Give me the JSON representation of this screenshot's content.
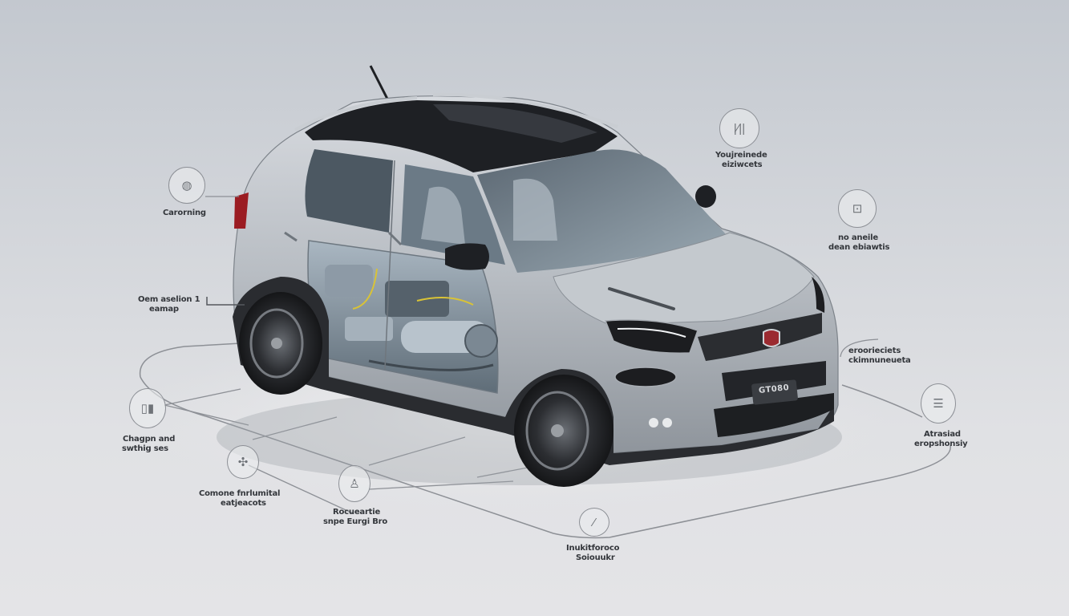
{
  "diagram": {
    "subject": "compact crossover car cutaway illustration",
    "colors": {
      "background_top": "#c3c8cf",
      "background_bottom": "#e4e4e7",
      "body_paint": "#b9bec4",
      "roof": "#1e2024",
      "lower_trim": "#2a2c30",
      "badge_red": "#9b2a30",
      "callout_line": "#8d9096",
      "label_text": "#33363b"
    },
    "grille_plate": "GT080",
    "callouts": [
      {
        "id": "c1",
        "icon": "fan-icon",
        "lines": [
          "Carorning",
          ""
        ]
      },
      {
        "id": "c2",
        "icon": "gauge-bars-icon",
        "lines": [
          "Youjreinede",
          "eiziwcets"
        ]
      },
      {
        "id": "c3",
        "icon": "seat-icon",
        "lines": [
          "no aneile",
          "dean ebiawtis"
        ]
      },
      {
        "id": "c4",
        "icon": "",
        "lines": [
          "Oem aselion 1",
          "eamap"
        ]
      },
      {
        "id": "c5",
        "icon": "",
        "lines": [
          "eroorieciets",
          "ckimnuneueta"
        ]
      },
      {
        "id": "c6",
        "icon": "display-panel-icon",
        "lines": [
          "Atrasiad",
          "eropshonsiy"
        ]
      },
      {
        "id": "c7",
        "icon": "charger-icon",
        "lines": [
          "Chagpn and",
          "swthig ses"
        ]
      },
      {
        "id": "c8",
        "icon": "sensor-icon",
        "lines": [
          "Comone fnrlumital",
          "eatjeacots"
        ]
      },
      {
        "id": "c9",
        "icon": "driver-icon",
        "lines": [
          "Rocueartie",
          "snpe Eurgi Bro"
        ]
      },
      {
        "id": "c10",
        "icon": "gauge-needle-icon",
        "lines": [
          "Inukitforoco",
          "Soiouukr"
        ]
      }
    ]
  }
}
